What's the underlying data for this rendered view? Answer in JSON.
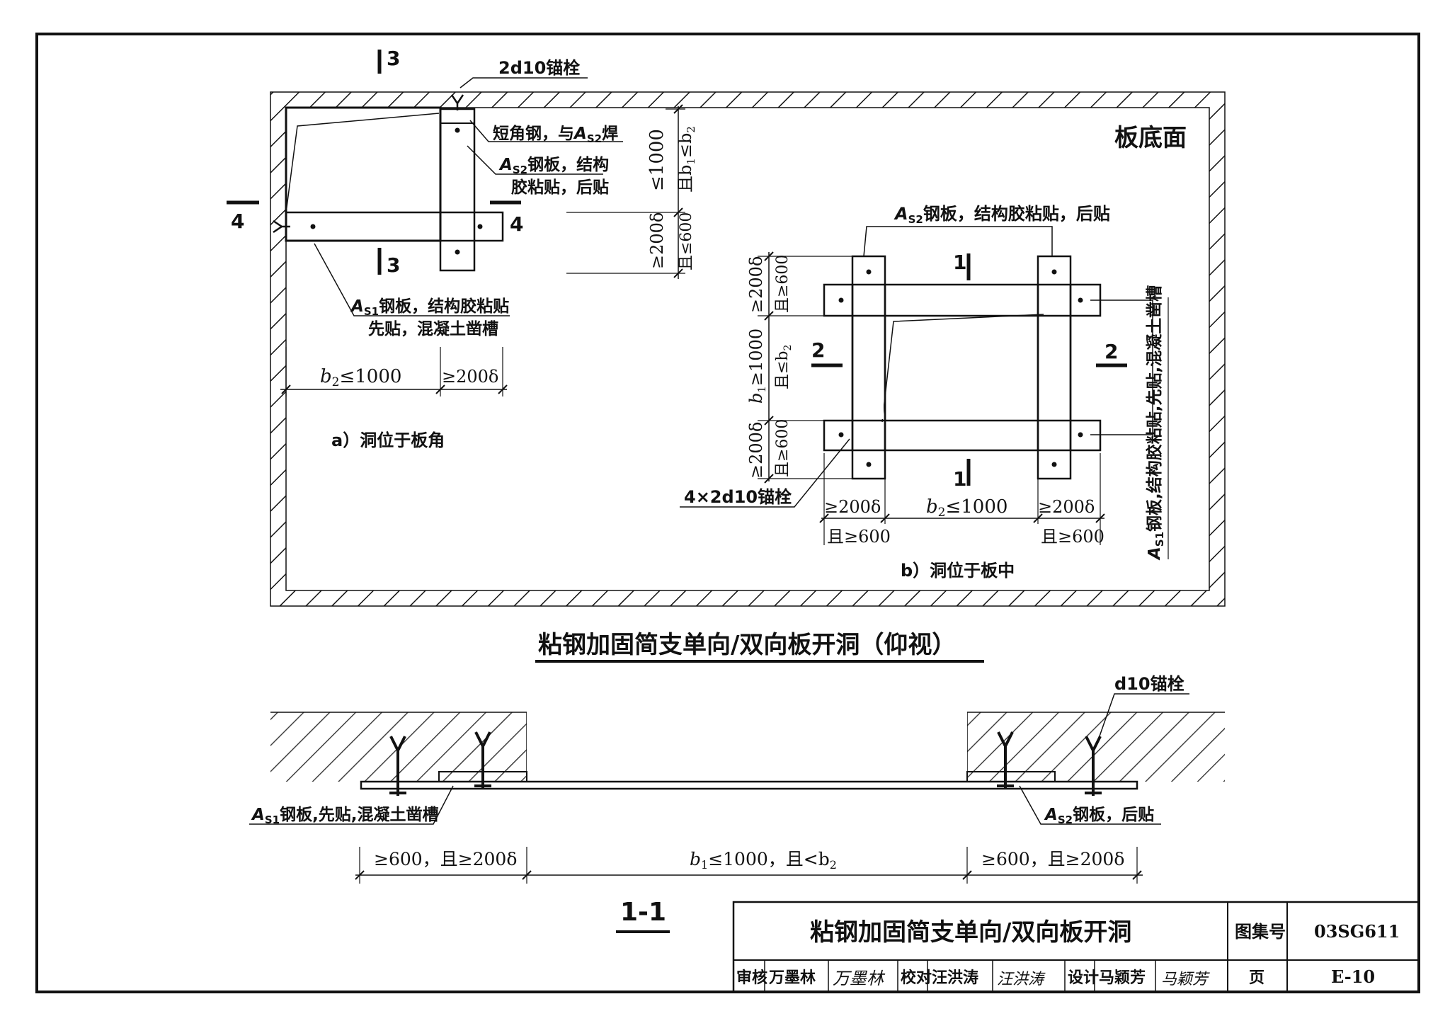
{
  "plan": {
    "corner": {
      "sec3_top": "3",
      "sec3_bottom": "3",
      "sec4_left": "4",
      "sec4_right": "4",
      "anchor_label": "2d10锚栓",
      "note_angle_line1": "短角钢，与",
      "note_angle_as": "A",
      "note_angle_sub": "S2",
      "note_angle_line1_end": "焊",
      "note_as2_as": "A",
      "note_as2_sub": "S2",
      "note_as2_line1": "钢板，结构",
      "note_as2_line2": "胶粘贴，后贴",
      "note_as1_as": "A",
      "note_as1_sub": "S1",
      "note_as1_line1": "钢板，结构胶粘贴",
      "note_as1_line2": "先贴，混凝土凿槽",
      "dim_b2": "b",
      "dim_b2_sub": "2",
      "dim_b2_val": "≤1000",
      "dim_200": "≥200δ",
      "vdim_le1000": "≤1000",
      "vdim_b1": "且b",
      "vdim_b1_sub": "1",
      "vdim_b1_end": "≤b",
      "vdim_b1_end_sub": "2",
      "vdim_200": "≥200δ",
      "vdim_600": "且≤600",
      "caption": "a）洞位于板角"
    },
    "floor_label": "板底面",
    "middle": {
      "as2_note_as": "A",
      "as2_note_sub": "S2",
      "as2_note": "钢板，结构胶粘贴，后贴",
      "sec1_top": "1",
      "sec1_bottom": "1",
      "sec2_left": "2",
      "sec2_right": "2",
      "as1_note_as": "A",
      "as1_note_sub": "S1",
      "as1_note": "钢板,结构胶粘贴,先贴,混凝土凿槽",
      "anchor_label": "4×2d10锚栓",
      "vdim_top_200": "≥200δ",
      "vdim_top_600": "且≥600",
      "vdim_mid_b1": "b",
      "vdim_mid_b1_sub": "1",
      "vdim_mid_b1_val": "≥1000",
      "vdim_mid_b2": "且≤b",
      "vdim_mid_b2_sub": "2",
      "vdim_bot_200": "≥200δ",
      "vdim_bot_600": "且≥600",
      "hdim_left_200": "≥200δ",
      "hdim_left_600": "且≥600",
      "hdim_mid_b2": "b",
      "hdim_mid_b2_sub": "2",
      "hdim_mid_val": "≤1000",
      "hdim_right_200": "≥200δ",
      "hdim_right_600": "且≥600",
      "caption": "b）洞位于板中"
    },
    "title": "粘钢加固简支单向/双向板开洞（仰视）"
  },
  "section": {
    "anchor_label": "d10锚栓",
    "as1_as": "A",
    "as1_sub": "S1",
    "as1_note": "钢板,先贴,混凝土凿槽",
    "as2_as": "A",
    "as2_sub": "S2",
    "as2_note": "钢板，后贴",
    "dim_left": "≥600，且≥200δ",
    "dim_mid_b1": "b",
    "dim_mid_b1_sub": "1",
    "dim_mid_val": "≤1000，且<b",
    "dim_mid_b2_sub": "2",
    "dim_right": "≥600，且≥200δ",
    "label": "1-1"
  },
  "title_block": {
    "title": "粘钢加固简支单向/双向板开洞",
    "atlas_label": "图集号",
    "atlas_no": "03SG611",
    "review_label": "审核",
    "reviewer": "万墨林",
    "reviewer_sign": "万墨林",
    "check_label": "校对",
    "checker": "汪洪涛",
    "checker_sign": "汪洪涛",
    "design_label": "设计",
    "designer": "马颖芳",
    "designer_sign": "马颖芳",
    "page_label": "页",
    "page_no": "E-10"
  }
}
